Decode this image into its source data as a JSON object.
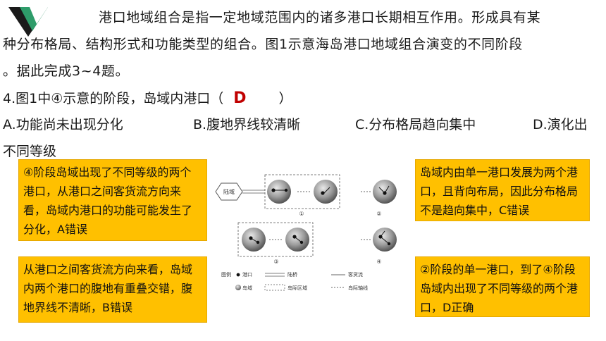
{
  "paragraph": {
    "line1": "港口地域组合是指一定地域范围内的诸多港口长期相互作用。形成具有某",
    "line2": "种分布格局、结构形式和功能类型的组合。图1示意海岛港口地域组合演变的不同阶段",
    "line3": "。据此完成3~4题。"
  },
  "question": {
    "text": "4.图1中④示意的阶段，岛域内港口（",
    "answer": "D",
    "close": "）"
  },
  "options": {
    "a": "A.功能尚未出现分化",
    "b": "B.腹地界线较清晰",
    "c": "C.分布格局趋向集中",
    "d1": "D.演化出",
    "d2": "不同等级"
  },
  "callouts": {
    "c1": "④阶段岛域出现了不同等级的两个港口，从港口之间客货流方向来看，岛域内港口的功能可能发生了分化，A错误",
    "c2": "从港口之间客货流方向来看，岛域内两个港口的腹地有重叠交错，腹地界线不清晰，B错误",
    "c3": "岛域内由单一港口发展为两个港口，且背向布局，因此分布格局不是趋向集中，C错误",
    "c4": "②阶段的单一港口，到了④阶段岛域内出现了不同等级的两个港口，D正确"
  },
  "figure": {
    "mainland": "陆域",
    "stage1": "①",
    "stage2": "②",
    "stage3": "③",
    "stage4": "④",
    "legend_title": "图例",
    "legend_port": "港口",
    "legend_bridge": "陆桥",
    "legend_flow": "客货流",
    "legend_island": "岛域",
    "legend_region": "岛际区域",
    "legend_axis": "岛际轴线"
  },
  "colors": {
    "callout": "#ffc000",
    "answer": "#c00000",
    "logo_green": "#2e9c6a"
  }
}
